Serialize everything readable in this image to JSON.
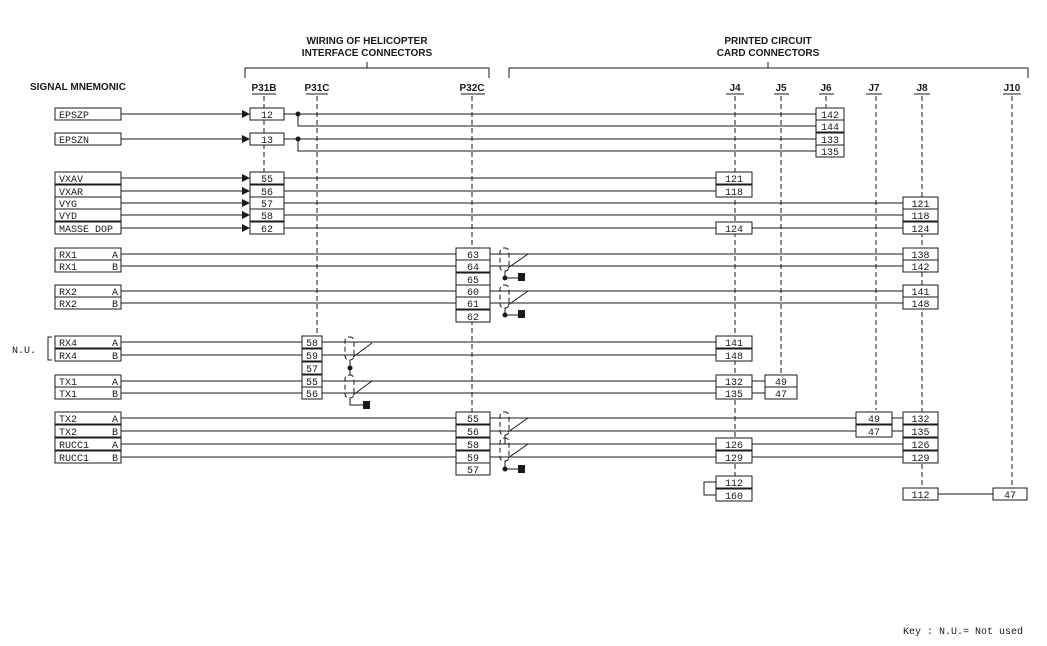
{
  "headers": {
    "group_left": [
      "WIRING OF HELICOPTER",
      "INTERFACE CONNECTORS"
    ],
    "group_right": [
      "PRINTED CIRCUIT",
      "CARD CONNECTORS"
    ],
    "signal_mnemonic": "SIGNAL MNEMONIC",
    "connectors": [
      "P31B",
      "P31C",
      "P32C",
      "J4",
      "J5",
      "J6",
      "J7",
      "J8",
      "J10"
    ]
  },
  "nu_label": "N.U.",
  "key": "Key : N.U.= Not used",
  "signals": [
    {
      "name": "EPSZP",
      "pin": ""
    },
    {
      "name": "EPSZN",
      "pin": ""
    },
    {
      "name": "VXAV",
      "pin": ""
    },
    {
      "name": "VXAR",
      "pin": ""
    },
    {
      "name": "VYG",
      "pin": ""
    },
    {
      "name": "VYD",
      "pin": ""
    },
    {
      "name": "MASSE DOP",
      "pin": ""
    },
    {
      "name": "RX1",
      "pin": "A"
    },
    {
      "name": "RX1",
      "pin": "B"
    },
    {
      "name": "RX2",
      "pin": "A"
    },
    {
      "name": "RX2",
      "pin": "B"
    },
    {
      "name": "RX4",
      "pin": "A"
    },
    {
      "name": "RX4",
      "pin": "B"
    },
    {
      "name": "TX1",
      "pin": "A"
    },
    {
      "name": "TX1",
      "pin": "B"
    },
    {
      "name": "TX2",
      "pin": "A"
    },
    {
      "name": "TX2",
      "pin": "B"
    },
    {
      "name": "RUCC1",
      "pin": "A"
    },
    {
      "name": "RUCC1",
      "pin": "B"
    }
  ],
  "pins": {
    "p31b": [
      "12",
      "13",
      "55",
      "56",
      "57",
      "58",
      "62"
    ],
    "p31c": [
      "58",
      "59",
      "57",
      "55",
      "56"
    ],
    "p32c_a": [
      "63",
      "64",
      "65",
      "60",
      "61",
      "62"
    ],
    "p32c_b": [
      "55",
      "56",
      "58",
      "59",
      "57"
    ],
    "j4": [
      "121",
      "118",
      "124",
      "141",
      "148",
      "132",
      "135",
      "126",
      "129",
      "112",
      "160"
    ],
    "j5": [
      "49",
      "47"
    ],
    "j6": [
      "142",
      "144",
      "133",
      "135"
    ],
    "j7": [
      "49",
      "47"
    ],
    "j8": [
      "121",
      "118",
      "124",
      "138",
      "142",
      "141",
      "148",
      "132",
      "135",
      "126",
      "129",
      "112"
    ],
    "j10": [
      "47"
    ]
  }
}
